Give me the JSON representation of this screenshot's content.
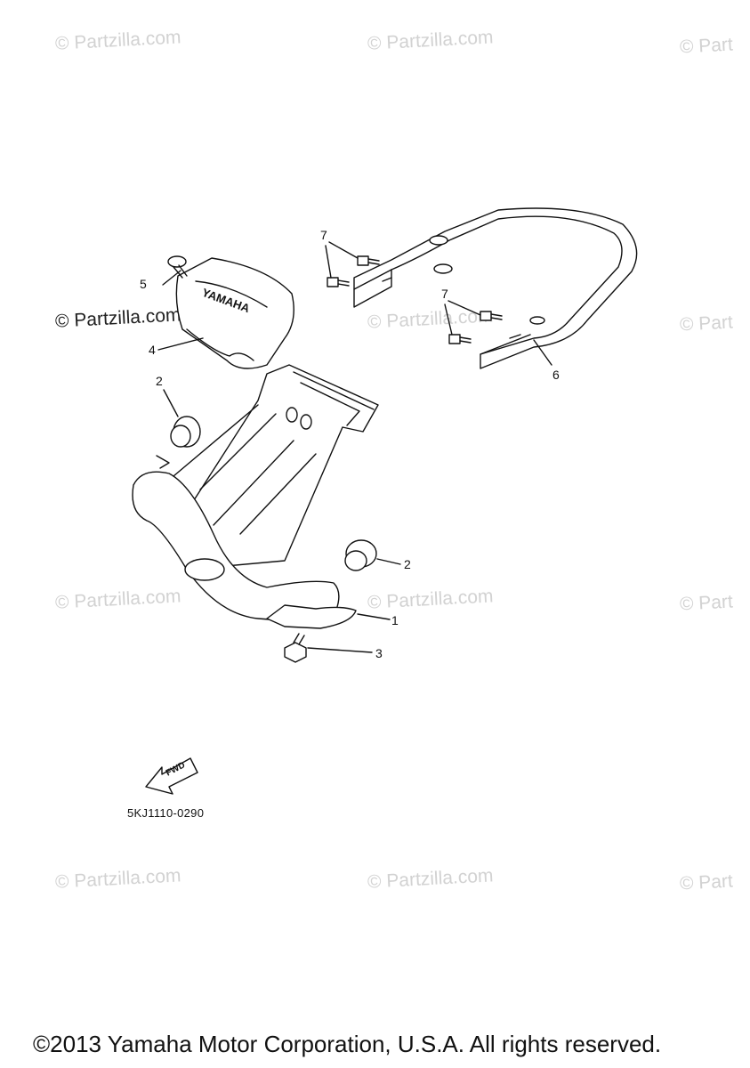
{
  "watermarks": {
    "text": "© Partzilla.com",
    "partial_text": "© Part"
  },
  "diagram": {
    "drawing_code": "5KJ1110-0290",
    "fwd_label": "FWD",
    "brand_label": "YAMAHA",
    "callouts": {
      "c1": "1",
      "c2a": "2",
      "c2b": "2",
      "c3": "3",
      "c4": "4",
      "c5": "5",
      "c6": "6",
      "c7a": "7",
      "c7b": "7"
    }
  },
  "footer": {
    "copyright": "©2013 Yamaha Motor Corporation, U.S.A. All rights reserved."
  }
}
